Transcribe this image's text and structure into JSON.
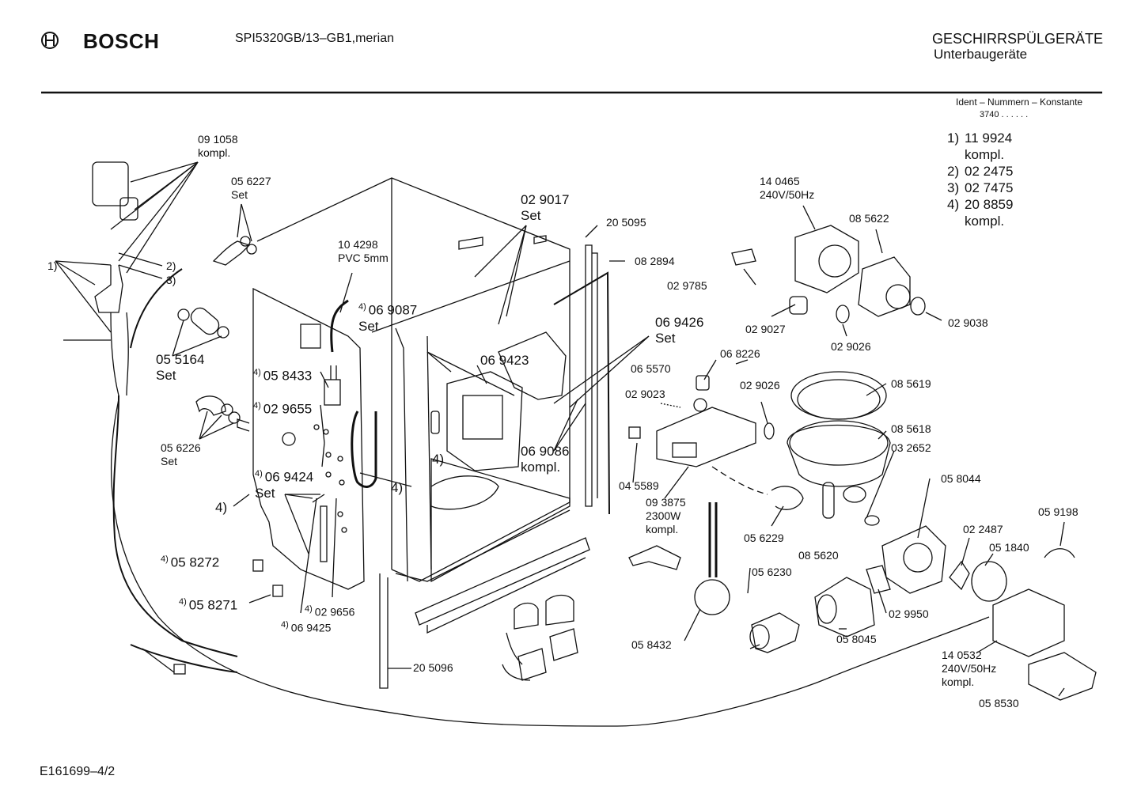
{
  "header": {
    "brand": "BOSCH",
    "model": "SPI5320GB/13–GB1,merian",
    "category": "GESCHIRRSPÜLGERÄTE",
    "subcategory": "Unterbaugeräte",
    "ident_label": "Ident – Nummern – Konstante",
    "constant": "3740  .  .  .  .  .  ."
  },
  "legend": [
    {
      "num": "1)",
      "part": "11 9924"
    },
    {
      "num": "",
      "part": "kompl."
    },
    {
      "num": "2)",
      "part": "02 2475"
    },
    {
      "num": "3)",
      "part": "02 7475"
    },
    {
      "num": "4)",
      "part": "20 8859"
    },
    {
      "num": "",
      "part": "kompl."
    }
  ],
  "parts": {
    "p091058": "09 1058",
    "kompl": "kompl.",
    "p056227": "05 6227",
    "set": "Set",
    "p104298": "10 4298",
    "pvc": "PVC 5mm",
    "p029017": "02 9017",
    "p205095": "20 5095",
    "p140465": "14 0465",
    "volt": "240V/50Hz",
    "p085622": "08 5622",
    "p082894": "08 2894",
    "p029785": "02 9785",
    "p069087": "06 9087",
    "p069426": "06 9426",
    "p029027": "02 9027",
    "p029026": "02 9026",
    "p029038": "02 9038",
    "p055164": "05 5164",
    "p058433": "05 8433",
    "p069423": "06 9423",
    "p068226": "06 8226",
    "p065570": "06 5570",
    "p029023": "02 9023",
    "p085619": "08 5619",
    "p029655": "02 9655",
    "p085618": "08 5618",
    "p032652": "03 2652",
    "p056226": "05 6226",
    "p069086": "06 9086",
    "p069424": "06 9424",
    "p045589": "04 5589",
    "p058044": "05 8044",
    "p093875": "09 3875",
    "w2300": "2300W",
    "p059198": "05 9198",
    "p022487": "02 2487",
    "p051840": "05 1840",
    "p056229": "05 6229",
    "p085620": "08 5620",
    "p058272": "05 8272",
    "p056230": "05 6230",
    "p058271": "05 8271",
    "p029656": "02 9656",
    "p029950": "02 9950",
    "p069425": "06 9425",
    "p058045": "05 8045",
    "p058432": "05 8432",
    "p140532": "14 0532",
    "p205096": "20 5096",
    "p058530": "05 8530",
    "n1": "1)",
    "n2": "2)",
    "n3": "3)",
    "n4": "4)"
  },
  "footer": {
    "drawing_id": "E161699–4/2"
  }
}
